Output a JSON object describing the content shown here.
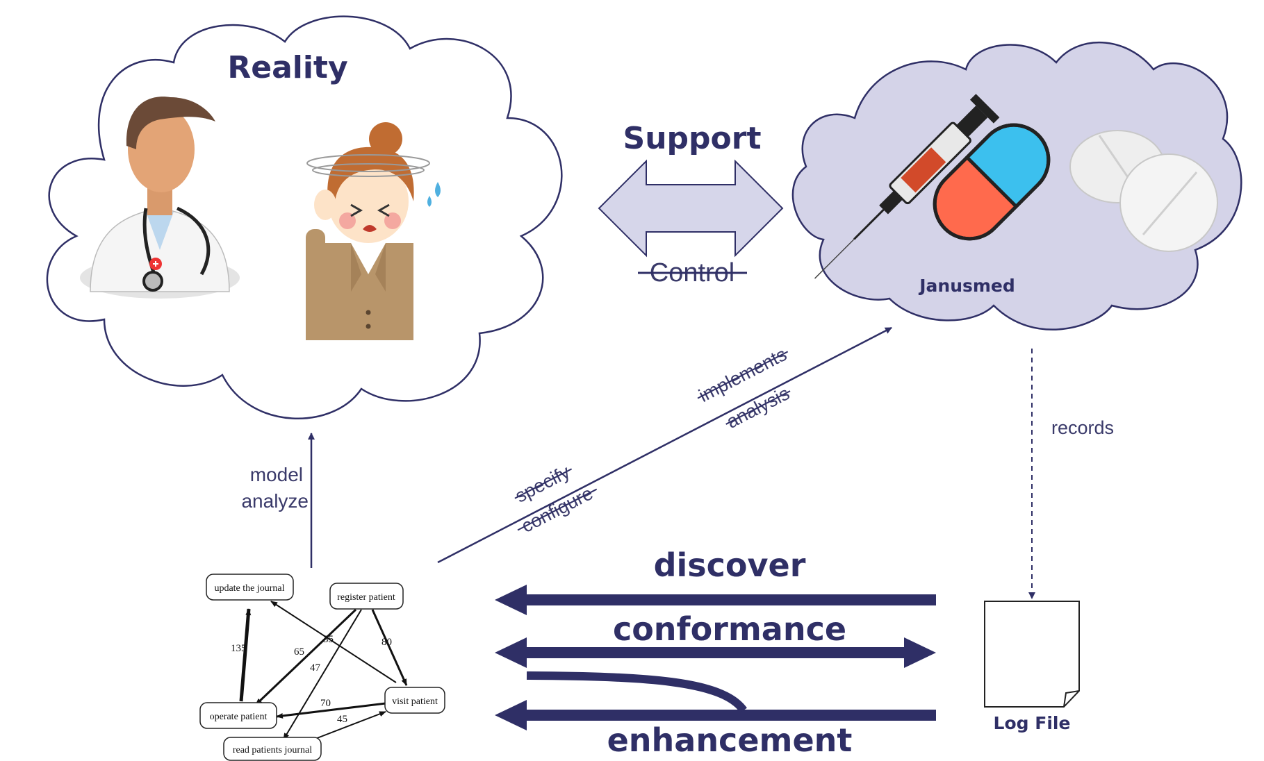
{
  "reality": {
    "title": "Reality"
  },
  "center": {
    "support": "Support",
    "control": "Control"
  },
  "system": {
    "name": "Janusmed"
  },
  "edges": {
    "records": "records",
    "model": "model",
    "analyze": "analyze",
    "specify": "specify",
    "configure": "configure",
    "implements": "implements",
    "analysis": "analysis"
  },
  "process_types": {
    "discover": "discover",
    "conformance": "conformance",
    "enhancement": "enhancement"
  },
  "log": {
    "label": "Log File"
  },
  "process_model": {
    "nodes": {
      "update": "update the journal",
      "register": "register patient",
      "operate": "operate patient",
      "visit": "visit patient",
      "read": "read patients journal"
    },
    "edge_labels": {
      "e135": "135",
      "e65": "65",
      "e35": "35",
      "e80": "80",
      "e47": "47",
      "e70": "70",
      "e45": "45"
    }
  },
  "colors": {
    "navy": "#2f2f66",
    "cloud_fill": "#d4d3e8",
    "arrow_fill": "#d6d6ea"
  }
}
